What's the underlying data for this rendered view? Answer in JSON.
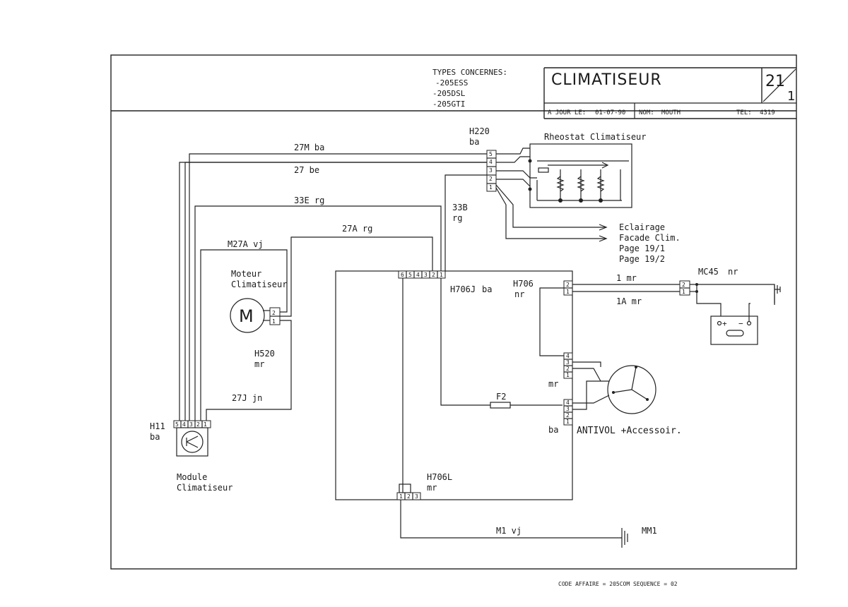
{
  "title_block": {
    "types_header": "TYPES CONCERNES:",
    "types": [
      "-205ESS",
      "-205DSL",
      "-205GTI"
    ],
    "title": "CLIMATISEUR",
    "page_num": "21",
    "page_sub": "1",
    "date_label": "A JOUR LE:",
    "date_value": "01-07-90",
    "name_label": "NOM:",
    "name_value": "MOUTH",
    "tel_label": "TEL:",
    "tel_value": "4319"
  },
  "components": {
    "h220": {
      "label": "H220",
      "color": "ba",
      "pins": [
        "1",
        "2",
        "3",
        "4",
        "5"
      ]
    },
    "rheostat": {
      "label": "Rheostat Climatiseur"
    },
    "eclairage": {
      "lines": [
        "Eclairage",
        "Facade Clim.",
        "Page 19/1",
        "Page 19/2"
      ]
    },
    "h706j": {
      "label": "H706J",
      "color": "ba",
      "pins": [
        "6",
        "5",
        "4",
        "3",
        "2",
        "1"
      ]
    },
    "h706": {
      "label": "H706",
      "color": "nr",
      "pins": [
        "2",
        "1"
      ]
    },
    "mc45": {
      "label": "MC45",
      "color": "nr",
      "pins": [
        "2",
        "1"
      ]
    },
    "moteur": {
      "lines": [
        "Moteur",
        "Climatiseur"
      ],
      "symbol": "M"
    },
    "h520": {
      "label": "H520",
      "color": "mr",
      "pins": [
        "2",
        "1"
      ]
    },
    "h11": {
      "label": "H11",
      "color": "ba",
      "pins": [
        "5",
        "4",
        "3",
        "2",
        "1"
      ]
    },
    "module": {
      "lines": [
        "Module",
        "Climatiseur"
      ]
    },
    "antivol": {
      "label": "ANTIVOL +Accessoir.",
      "color_top": "mr",
      "color_bottom": "ba",
      "pins_top": [
        "4",
        "3",
        "2",
        "1"
      ],
      "pins_bottom": [
        "4",
        "3",
        "2",
        "1"
      ]
    },
    "f2": {
      "label": "F2"
    },
    "h706l": {
      "label": "H706L",
      "color": "mr",
      "pins": [
        "1",
        "2",
        "3"
      ]
    },
    "mm1": {
      "label": "MM1"
    }
  },
  "wires": {
    "w27m": "27M ba",
    "w27": "27 be",
    "w33e": "33E rg",
    "w33b": [
      "33B",
      "rg"
    ],
    "w27a": "27A rg",
    "wm27a": "M27A vj",
    "w27j": "27J jn",
    "w1": "1 mr",
    "w1a": "1A mr",
    "wm1": "M1 vj"
  },
  "footer": "CODE AFFAIRE = 205COM SEQUENCE = 02"
}
